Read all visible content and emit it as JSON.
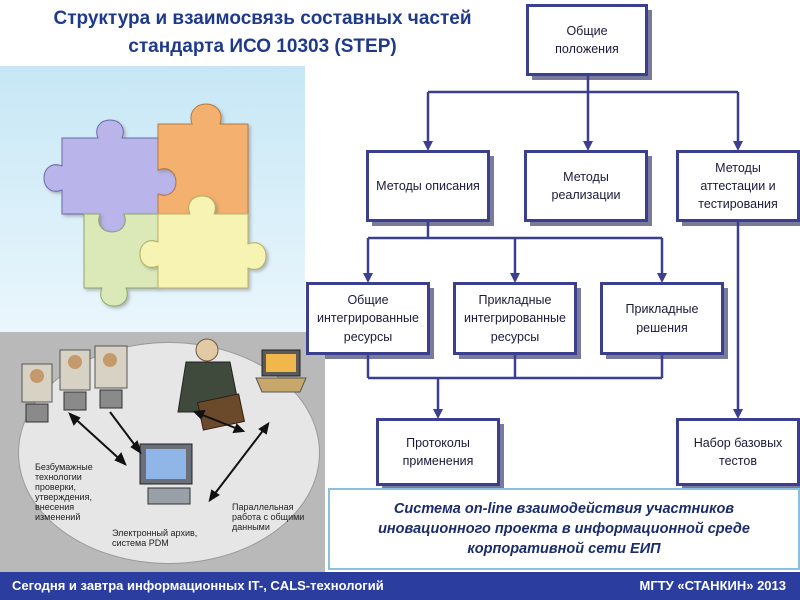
{
  "title": {
    "line1": "Структура и взаимосвязь составных частей",
    "line2": "стандарта ИСО 10303 (STEP)"
  },
  "diagram": {
    "nodes": {
      "general": "Общие\nположения",
      "desc_methods": "Методы описания",
      "impl_methods": "Методы\nреализации",
      "cert_methods": "Методы\nаттестации и\nтестирования",
      "gen_resources": "Общие\nинтегрированные\nресурсы",
      "app_resources": "Прикладные\nинтегрированные\nресурсы",
      "app_solutions": "Прикладные\nрешения",
      "protocols": "Протоколы\nприменения",
      "tests": "Набор базовых\nтестов"
    }
  },
  "illustration": {
    "label_left": "Безбумажные\nтехнологии\nпроверки,\nутверждения,\nвнесения\nизменений",
    "label_center": "Электронный архив,\nсистема PDM",
    "label_right": "Параллельная\nработа с общими\nданными"
  },
  "caption": "Система on-line взаимодействия участников\nиновационного проекта в информационной среде\nкорпоративной сети ЕИП",
  "footer": {
    "left": "Сегодня и завтра информационных IT-, CALS-технологий",
    "right": "МГТУ «СТАНКИН» 2013"
  },
  "colors": {
    "title": "#1f3a8a",
    "node_border": "#3b3f8f",
    "arrow": "#3b3f8f",
    "footer": "#2b3ea0",
    "puzzle_purple": "#b9b4ea",
    "puzzle_orange": "#f3b06e",
    "puzzle_green": "#dbe9b8",
    "puzzle_yellow": "#f6f3b3"
  }
}
